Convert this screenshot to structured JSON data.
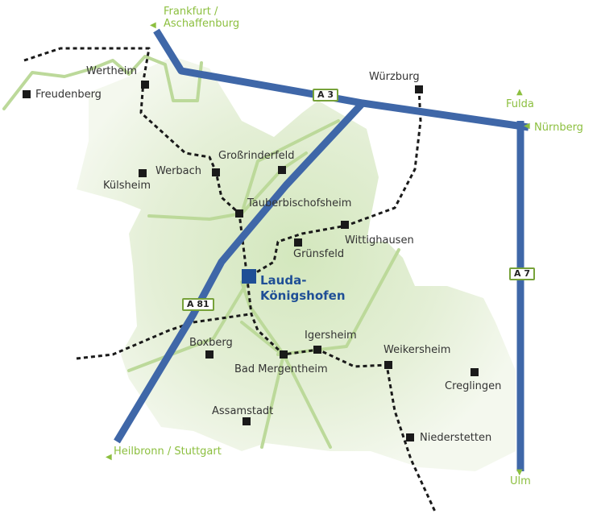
{
  "colors": {
    "highway": "#3f67a8",
    "green_road": "#bcd99a",
    "green_text": "#8cbf3f",
    "rail": "#1a1a1a",
    "area_fill": "#e6f0da",
    "main_city": "#1f4f96",
    "shield_border": "#77a23a"
  },
  "main_city": {
    "name": "Lauda-\nKönigshofen",
    "marker": "blue-square"
  },
  "towns": {
    "freudenberg": "Freudenberg",
    "wertheim": "Wertheim",
    "wuerzburg": "Würzburg",
    "kuelsheim": "Külsheim",
    "werbach": "Werbach",
    "grossrinderfeld": "Großrinderfeld",
    "tauberbischofsheim": "Tauberbischofsheim",
    "wittighausen": "Wittighausen",
    "gruensfeld": "Grünsfeld",
    "igersheim": "Igersheim",
    "boxberg": "Boxberg",
    "bad_mergentheim": "Bad Mergentheim",
    "weikersheim": "Weikersheim",
    "creglingen": "Creglingen",
    "assamstadt": "Assamstadt",
    "niederstetten": "Niederstetten"
  },
  "directions": {
    "frankfurt": "Frankfurt /\nAschaffenburg",
    "fulda": "Fulda",
    "nuernberg": "Nürnberg",
    "heilbronn": "Heilbronn / Stuttgart",
    "ulm": "Ulm"
  },
  "highways": {
    "a3": "A 3",
    "a7": "A 7",
    "a81": "A 81"
  }
}
